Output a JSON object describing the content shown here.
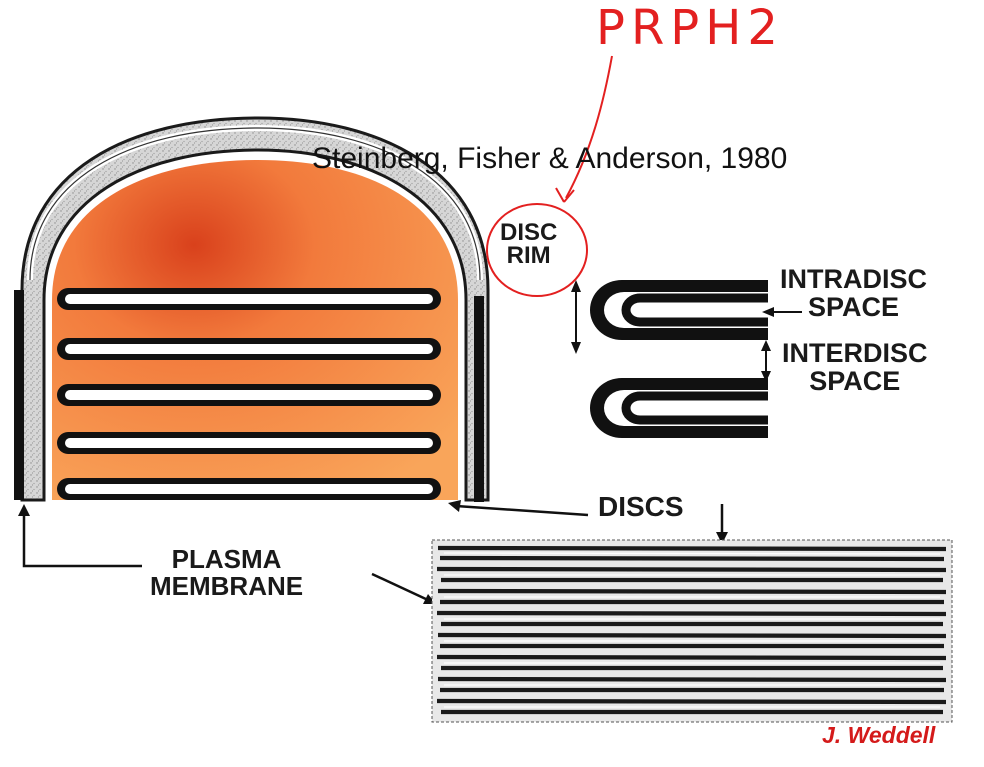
{
  "handwritten_annotation": "PRPH2",
  "citation": "Steinberg, Fisher & Anderson, 1980",
  "labels": {
    "disc_rim_line1": "DISC",
    "disc_rim_line2": "RIM",
    "intradisc_line1": "INTRADISC",
    "intradisc_line2": "SPACE",
    "interdisc_line1": "INTERDISC",
    "interdisc_line2": "SPACE",
    "discs": "DISCS",
    "plasma_line1": "PLASMA",
    "plasma_line2": "MEMBRANE"
  },
  "credit": "J. Weddell",
  "colors": {
    "annotation_red": "#e32020",
    "credit_red": "#d41a1a",
    "interior_orange": "#f79a4c",
    "interior_dark_orange": "#d9411c",
    "membrane_black": "#111111"
  }
}
